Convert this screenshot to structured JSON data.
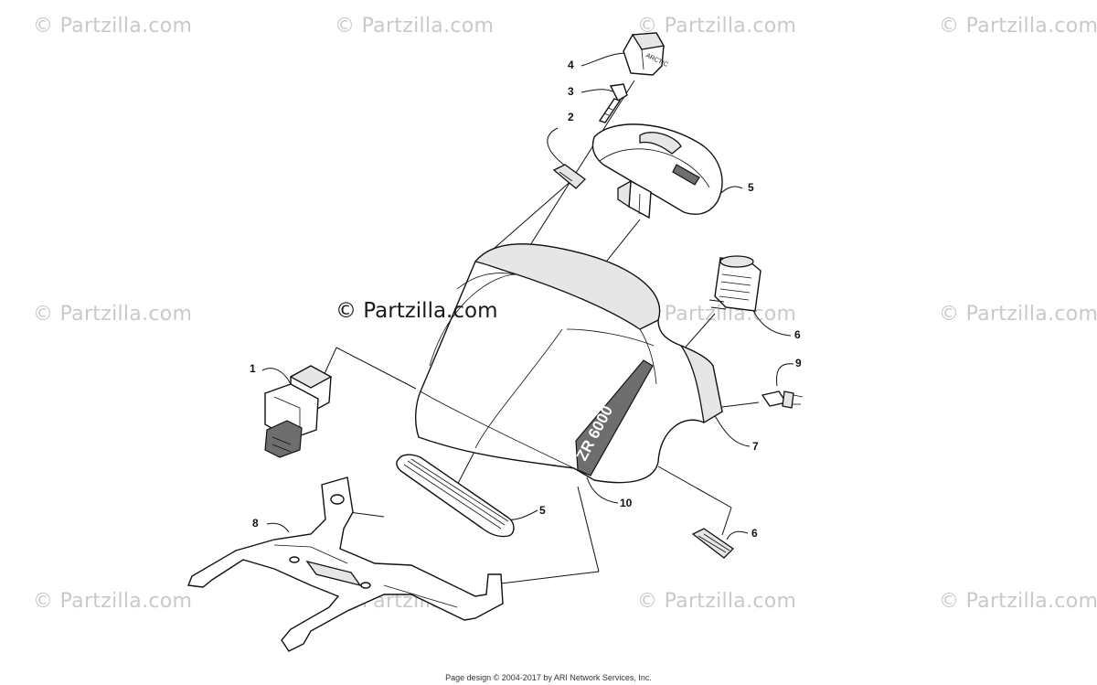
{
  "watermark": {
    "text": "© Partzilla.com",
    "center_text": "© Partzilla.com"
  },
  "callouts": [
    "4",
    "3",
    "2",
    "5",
    "6",
    "9",
    "1",
    "7",
    "10",
    "5",
    "8",
    "6"
  ],
  "footer": "Page design © 2004-2017 by ARI Network Services, Inc."
}
